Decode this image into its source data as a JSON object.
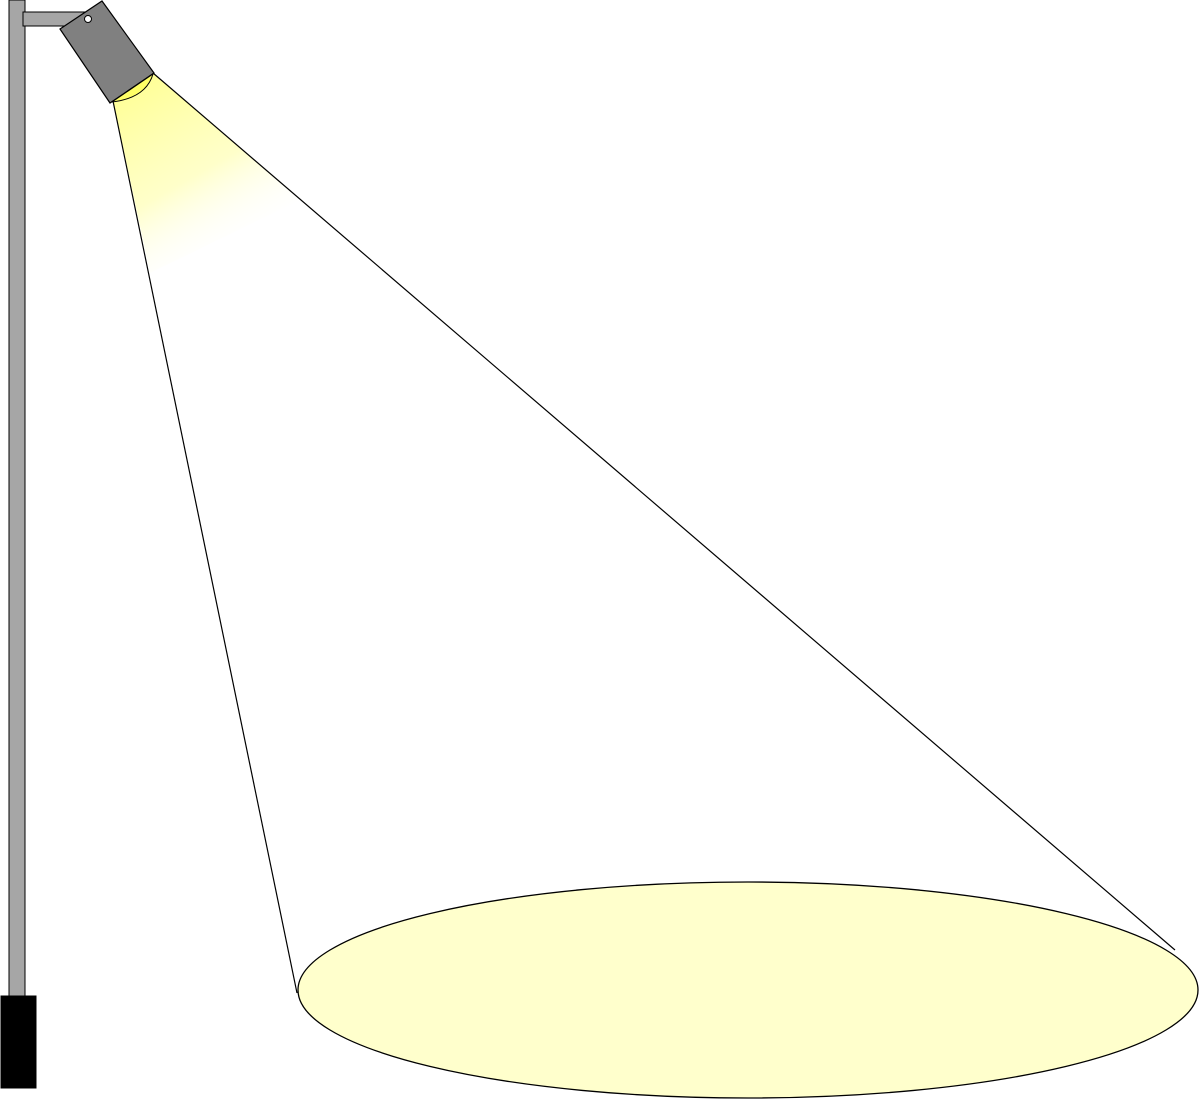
{
  "colors": {
    "background": "#ffffff",
    "pole_fill": "#a6a6a6",
    "base_fill": "#000000",
    "lamp_housing_fill": "#808080",
    "lens_fill": "#ffff66",
    "beam_glow": "#ffff99",
    "light_pool_fill": "#ffffcc",
    "outline": "#000000"
  },
  "icons": {
    "pole": "lamp-pole",
    "fixture": "spotlight-fixture",
    "beam": "light-beam",
    "pool": "light-pool-ellipse"
  }
}
